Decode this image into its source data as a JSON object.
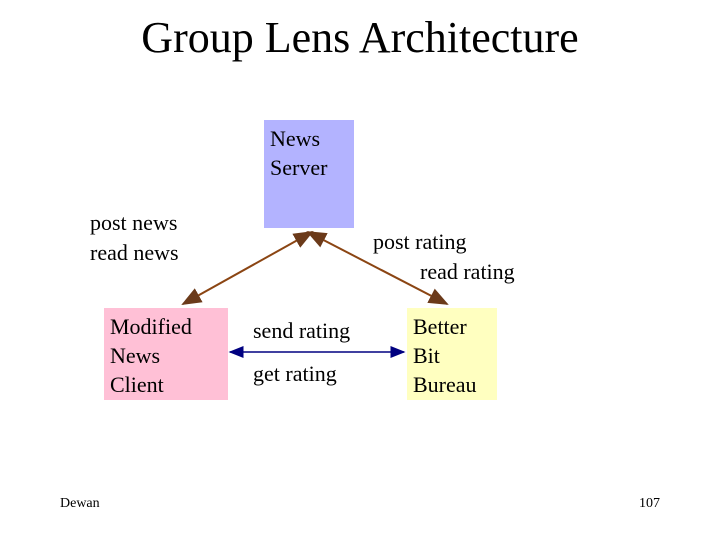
{
  "title": "Group Lens Architecture",
  "nodes": {
    "news_server": [
      "News",
      "Server"
    ],
    "client": [
      "Modified",
      "News",
      "Client"
    ],
    "bureau": [
      "Better",
      "Bit",
      "Bureau"
    ]
  },
  "edge_labels": {
    "post_news": "post news",
    "read_news": "read news",
    "post_rating": "post rating",
    "read_rating": "read rating",
    "send_rating": "send rating",
    "get_rating": "get rating"
  },
  "footer": {
    "author": "Dewan",
    "page": "107"
  },
  "colors": {
    "server": "#b3b3ff",
    "client": "#ffc0d6",
    "bureau": "#ffffc0",
    "arrow": "#8b4513",
    "arrow2": "#000080"
  }
}
